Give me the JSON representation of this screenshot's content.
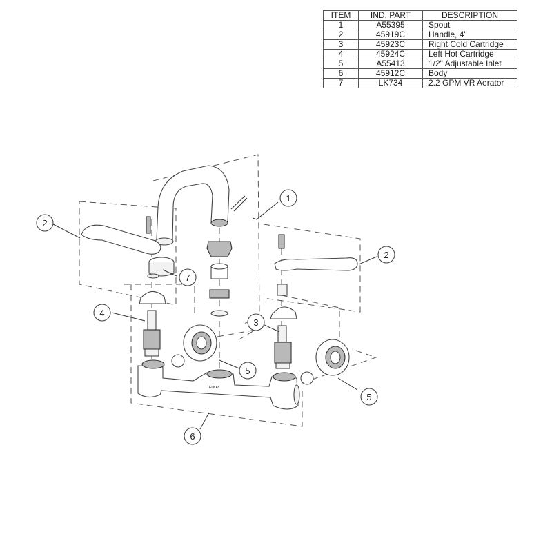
{
  "table": {
    "headers": [
      "ITEM",
      "IND. PART",
      "DESCRIPTION"
    ],
    "rows": [
      {
        "item": "1",
        "part": "A55395",
        "description": "Spout"
      },
      {
        "item": "2",
        "part": "45919C",
        "description": "Handle, 4\""
      },
      {
        "item": "3",
        "part": "45923C",
        "description": "Right Cold Cartridge"
      },
      {
        "item": "4",
        "part": "45924C",
        "description": "Left Hot Cartridge"
      },
      {
        "item": "5",
        "part": "A55413",
        "description": "1/2\" Adjustable Inlet"
      },
      {
        "item": "6",
        "part": "45912C",
        "description": "Body"
      },
      {
        "item": "7",
        "part": "LK734",
        "description": "2.2 GPM VR Aerator"
      }
    ]
  },
  "diagram": {
    "body_marking": "ELKAY",
    "callouts": [
      "1",
      "2",
      "2",
      "3",
      "4",
      "5",
      "5",
      "6",
      "7"
    ]
  }
}
